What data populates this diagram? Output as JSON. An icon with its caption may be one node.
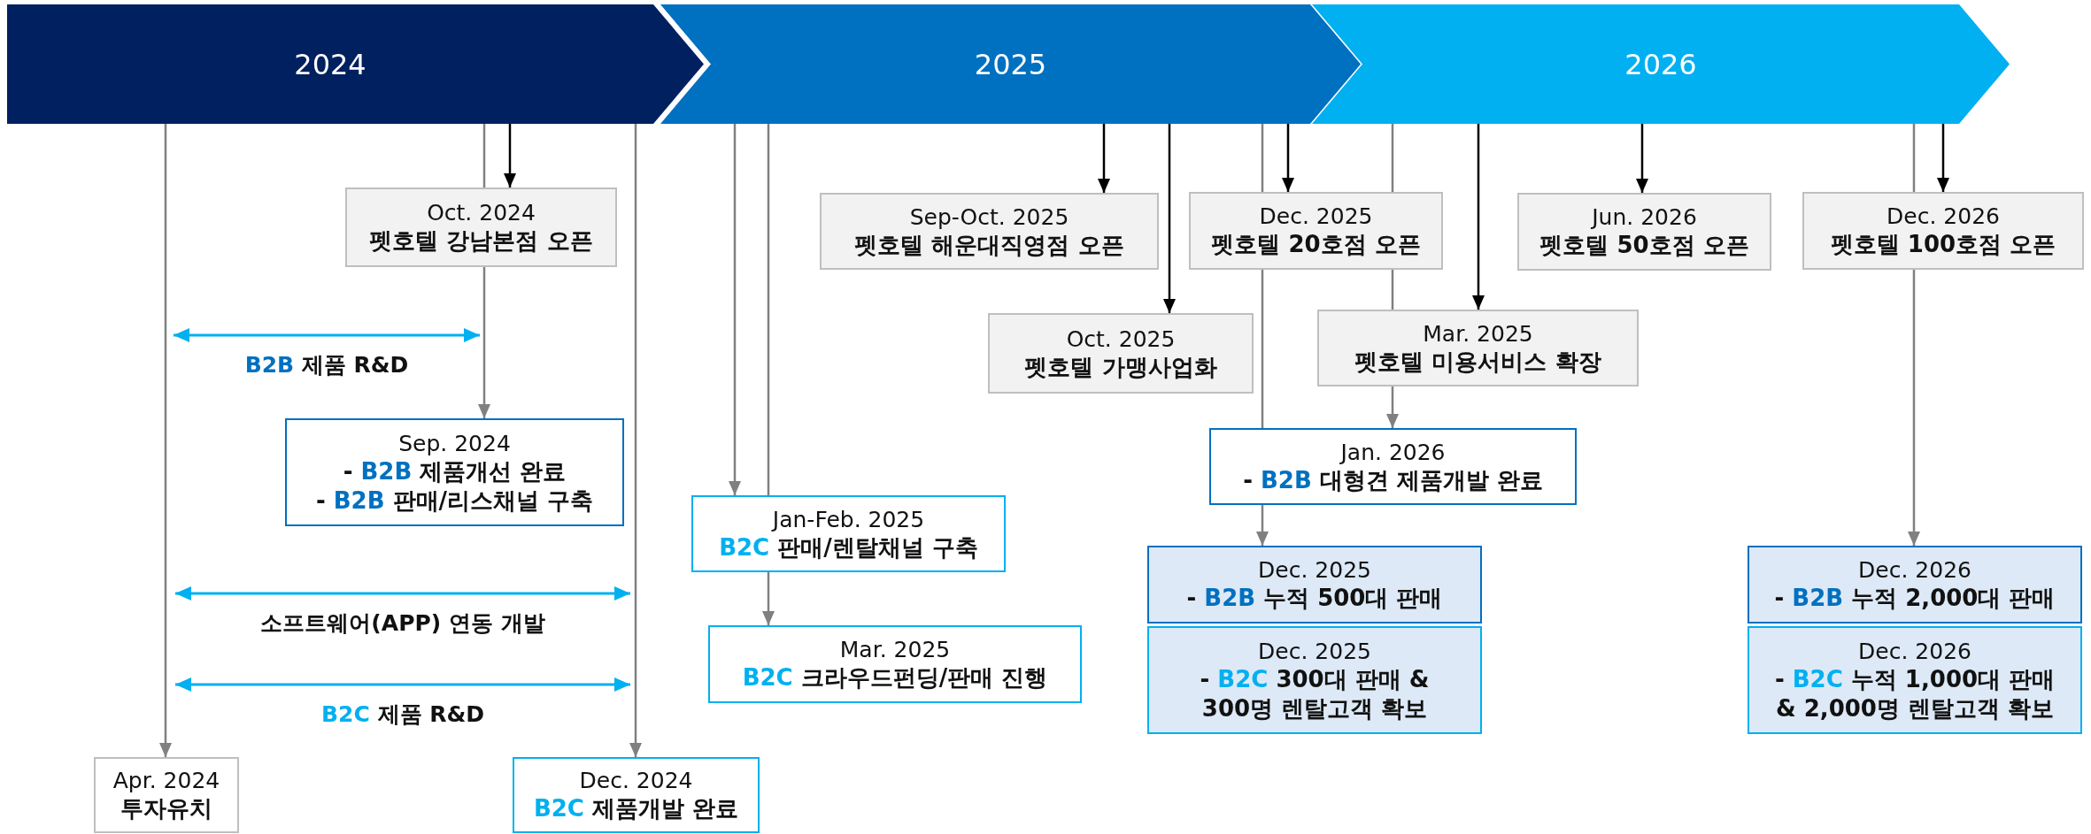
{
  "diagram": {
    "nodes": [
      {
        "text": [
          "2024"
        ]
      },
      {
        "text": [
          "2025"
        ]
      },
      {
        "text": [
          "2026"
        ]
      },
      {
        "text": [
          "Oct. 2024",
          "펫호텔 강남본점 오픈"
        ]
      },
      {
        "text": [
          "Sep. 2024",
          "- **B2B** 제품개선 완료",
          "- **B2B** 판매/리스채널 구축"
        ]
      },
      {
        "text": [
          "Apr. 2024",
          "투자유치"
        ]
      },
      {
        "text": [
          "Dec. 2024",
          "**B2C** 제품개발 완료"
        ]
      },
      {
        "text": [
          "Sep-Oct. 2025",
          "펫호텔 해운대직영점 오픈"
        ]
      },
      {
        "text": [
          "Oct. 2025",
          "펫호텔 가맹사업화"
        ]
      },
      {
        "text": [
          "Jan-Feb. 2025",
          "**B2C** 판매/렌탈채널 구축"
        ]
      },
      {
        "text": [
          "Mar. 2025",
          "**B2C** 크라우드펀딩/판매 진행"
        ]
      },
      {
        "text": [
          "Dec. 2025",
          "펫호텔 20호점 오픈"
        ]
      },
      {
        "text": [
          "Mar. 2025",
          "펫호텔 미용서비스 확장"
        ]
      },
      {
        "text": [
          "Jan. 2026",
          "- **B2B** 대형견 제품개발 완료"
        ]
      },
      {
        "text": [
          "Dec. 2025",
          "- **B2B** 누적 500대 판매"
        ]
      },
      {
        "text": [
          "Dec. 2025",
          "- **B2C** 300대 판매 & 300명 렌탈고객 확보"
        ]
      },
      {
        "text": [
          "Jun. 2026",
          "펫호텔 50호점 오픈"
        ]
      },
      {
        "text": [
          "Dec. 2026",
          "펫호텔 100호점 오픈"
        ]
      },
      {
        "text": [
          "Dec. 2026",
          "- **B2B** 누적 2,000대 판매"
        ]
      },
      {
        "text": [
          "Dec. 2026",
          "- **B2C** 누적 1,000대 판매 & 2,000명 렌탈고객 확보"
        ]
      }
    ],
    "edges": [
      {
        "from": 0,
        "to": 5,
        "arrow": "to"
      },
      {
        "from": 0,
        "to": 3,
        "arrow": "none"
      },
      {
        "from": 3,
        "to": 4,
        "arrow": "to"
      },
      {
        "from": 0,
        "to": 3,
        "arrow": "to",
        "color": "#000000"
      },
      {
        "from": 0,
        "to": 6,
        "arrow": "to"
      },
      {
        "from": 1,
        "to": 9,
        "arrow": "to"
      },
      {
        "from": 1,
        "to": 9,
        "arrow": "none"
      },
      {
        "from": 9,
        "to": 10,
        "arrow": "to"
      },
      {
        "from": 1,
        "to": 7,
        "arrow": "to",
        "color": "#000000"
      },
      {
        "from": 1,
        "to": 8,
        "arrow": "to",
        "color": "#000000"
      },
      {
        "from": 1,
        "to": 11,
        "arrow": "none"
      },
      {
        "from": 11,
        "to": 13,
        "arrow": "none"
      },
      {
        "from": 13,
        "to": 14,
        "arrow": "to"
      },
      {
        "from": 1,
        "to": 11,
        "arrow": "to",
        "color": "#000000"
      },
      {
        "from": 2,
        "to": 11,
        "arrow": "none"
      },
      {
        "from": 11,
        "to": 12,
        "arrow": "none"
      },
      {
        "from": 12,
        "to": 13,
        "arrow": "to"
      },
      {
        "from": 2,
        "to": 12,
        "arrow": "to",
        "color": "#000000"
      },
      {
        "from": 2,
        "to": 16,
        "arrow": "to",
        "color": "#000000"
      },
      {
        "from": 2,
        "to": 17,
        "arrow": "none"
      },
      {
        "from": 17,
        "to": 18,
        "arrow": "to"
      },
      {
        "from": 2,
        "to": 17,
        "arrow": "to",
        "color": "#000000"
      }
    ],
    "labels": [
      "**B2B** 제품 R&D",
      "소프트웨어(APP) 연동 개발",
      "**B2C** 제품 R&D"
    ]
  }
}
